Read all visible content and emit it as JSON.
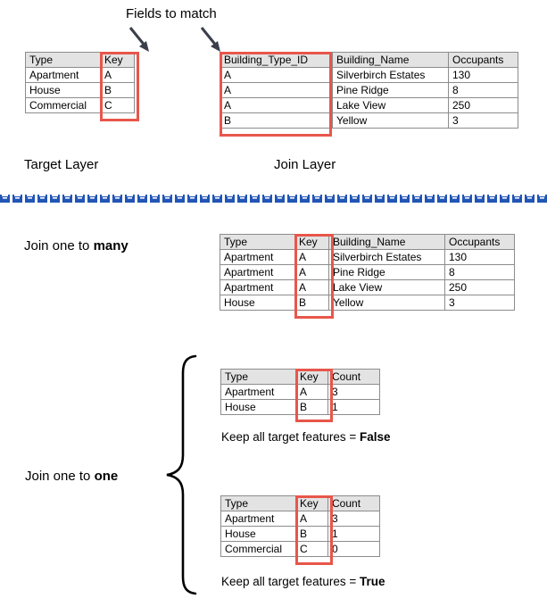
{
  "callout": {
    "fields_to_match": "Fields to match",
    "arrow_icon": "arrow-down-right-icon"
  },
  "labels": {
    "target_layer": "Target Layer",
    "join_layer": "Join Layer",
    "join_one_to_many_prefix": "Join one to ",
    "join_one_to_many_emphasis": "many",
    "join_one_to_one_prefix": "Join one to ",
    "join_one_to_one_emphasis": "one",
    "keep_all_prefix": "Keep all target features = ",
    "keep_all_false": "False",
    "keep_all_true": "True"
  },
  "colors": {
    "highlight": "#e8564b",
    "header_fill": "#e3e3e3",
    "table_border": "#8c8c8c",
    "divider_blue": "#2255b5",
    "text": "#000000"
  },
  "target_table": {
    "name": "target-layer-table",
    "headers": [
      "Type",
      "Key"
    ],
    "rows": [
      [
        "Apartment",
        "A"
      ],
      [
        "House",
        "B"
      ],
      [
        "Commercial",
        "C"
      ]
    ],
    "highlight_column": "Key"
  },
  "join_table": {
    "name": "join-layer-table",
    "headers": [
      "Building_Type_ID",
      "Building_Name",
      "Occupants"
    ],
    "rows": [
      [
        "A",
        "Silverbirch Estates",
        "130"
      ],
      [
        "A",
        "Pine Ridge",
        "8"
      ],
      [
        "A",
        "Lake View",
        "250"
      ],
      [
        "B",
        "Yellow",
        "3"
      ]
    ],
    "highlight_column": "Building_Type_ID"
  },
  "one_to_many_table": {
    "name": "join-one-to-many-result-table",
    "headers": [
      "Type",
      "Key",
      "Building_Name",
      "Occupants"
    ],
    "rows": [
      [
        "Apartment",
        "A",
        "Silverbirch Estates",
        "130"
      ],
      [
        "Apartment",
        "A",
        "Pine Ridge",
        "8"
      ],
      [
        "Apartment",
        "A",
        "Lake View",
        "250"
      ],
      [
        "House",
        "B",
        "Yellow",
        "3"
      ]
    ],
    "highlight_column": "Key"
  },
  "one_to_one_false_table": {
    "name": "join-one-to-one-false-table",
    "headers": [
      "Type",
      "Key",
      "Count"
    ],
    "rows": [
      [
        "Apartment",
        "A",
        "3"
      ],
      [
        "House",
        "B",
        "1"
      ]
    ],
    "highlight_column": "Key"
  },
  "one_to_one_true_table": {
    "name": "join-one-to-one-true-table",
    "headers": [
      "Type",
      "Key",
      "Count"
    ],
    "rows": [
      [
        "Apartment",
        "A",
        "3"
      ],
      [
        "House",
        "B",
        "1"
      ],
      [
        "Commercial",
        "C",
        "0"
      ]
    ],
    "highlight_column": "Key"
  }
}
